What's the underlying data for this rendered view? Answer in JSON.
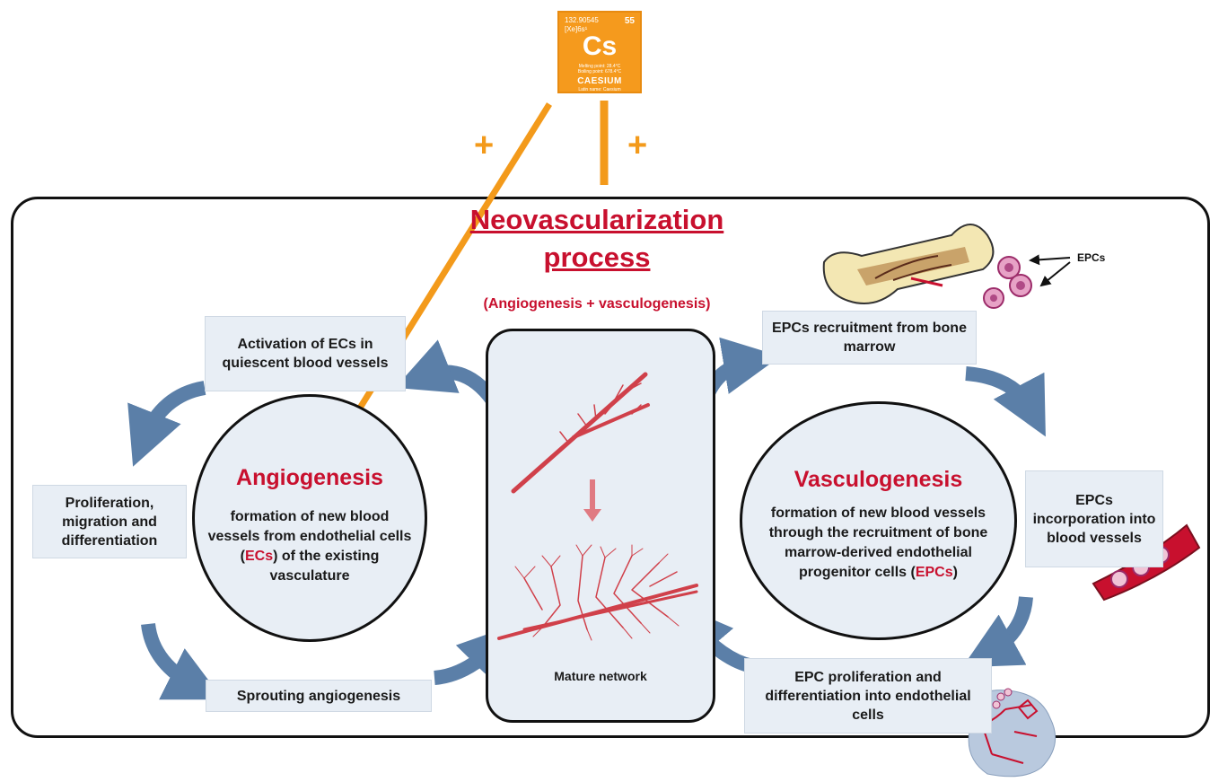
{
  "element": {
    "mass": "132.90545",
    "config": "[Xe]6s¹",
    "number": "55",
    "symbol": "Cs",
    "props_line1": "Melting point: 28.4°C",
    "props_line2": "Boiling point: 678.4°C",
    "name": "CAESIUM",
    "sub": "Latin name: Caesium"
  },
  "plus_left": "+",
  "plus_right": "+",
  "title_line1": "Neovascularization",
  "title_line2": "process",
  "subtitle": "(Angiogenesis + vasculogenesis)",
  "epcs_tag": "EPCs",
  "boxes": {
    "activation": "Activation of ECs in quiescent blood vessels",
    "proliferation": "Proliferation, migration and differentiation",
    "sprouting": "Sprouting angiogenesis",
    "recruitment": "EPCs recruitment from bone marrow",
    "incorporation": "EPCs incorporation into blood vessels",
    "epc_prolif": "EPC proliferation and differentiation into endothelial cells"
  },
  "angiogenesis": {
    "title": "Angiogenesis",
    "desc_a": "formation of new blood vessels from endothelial cells (",
    "desc_abbr": "ECs",
    "desc_b": ") of the existing vasculature"
  },
  "vasculogenesis": {
    "title": "Vasculogenesis",
    "desc_a": "formation of new blood vessels through the recruitment of bone marrow-derived endothelial progenitor cells (",
    "desc_abbr": "EPCs",
    "desc_b": ")"
  },
  "mature_network": "Mature network",
  "colors": {
    "accent_red": "#c8102e",
    "orange": "#f39a1b",
    "box_fill": "#e8eef5",
    "arrow_blue": "#5b7fa8"
  }
}
